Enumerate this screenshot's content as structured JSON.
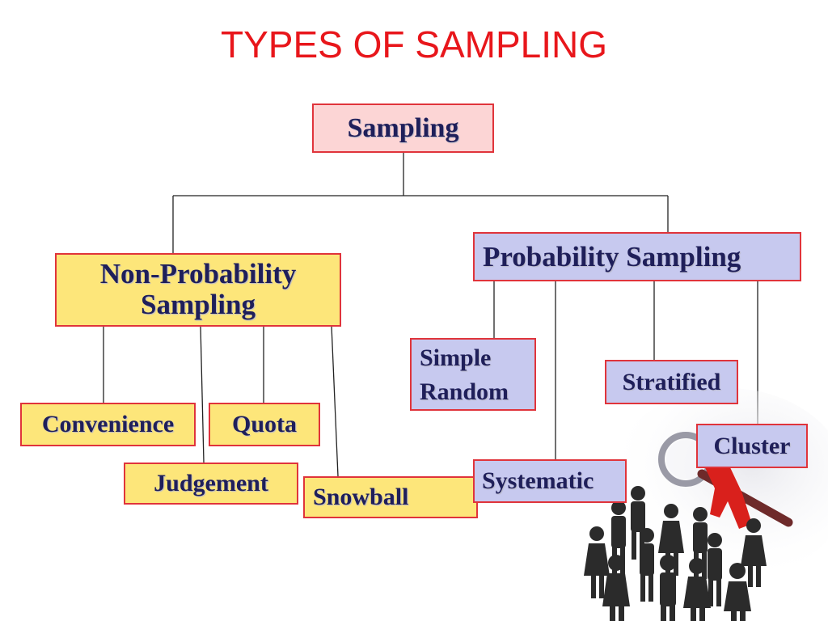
{
  "slide": {
    "title": "TYPES OF SAMPLING"
  },
  "diagram": {
    "root": "Sampling",
    "non_probability": {
      "label_line1": "Non-Probability",
      "label_line2": "Sampling",
      "children": [
        "Convenience",
        "Quota",
        "Judgement",
        "Snowball"
      ]
    },
    "probability": {
      "label": "Probability Sampling",
      "simple_random_line1": "Simple",
      "simple_random_line2": "Random",
      "stratified": "Stratified",
      "cluster": "Cluster",
      "systematic": "Systematic"
    }
  },
  "colors": {
    "title": "#e8161b",
    "box_border": "#e0343b",
    "root_fill": "#fcd5d5",
    "non_probability_fill": "#fde67a",
    "probability_fill": "#c7c9ef",
    "text": "#1f1f5a"
  },
  "illustration": {
    "icons": [
      "people-crowd-icon",
      "magnifying-glass-icon"
    ]
  }
}
